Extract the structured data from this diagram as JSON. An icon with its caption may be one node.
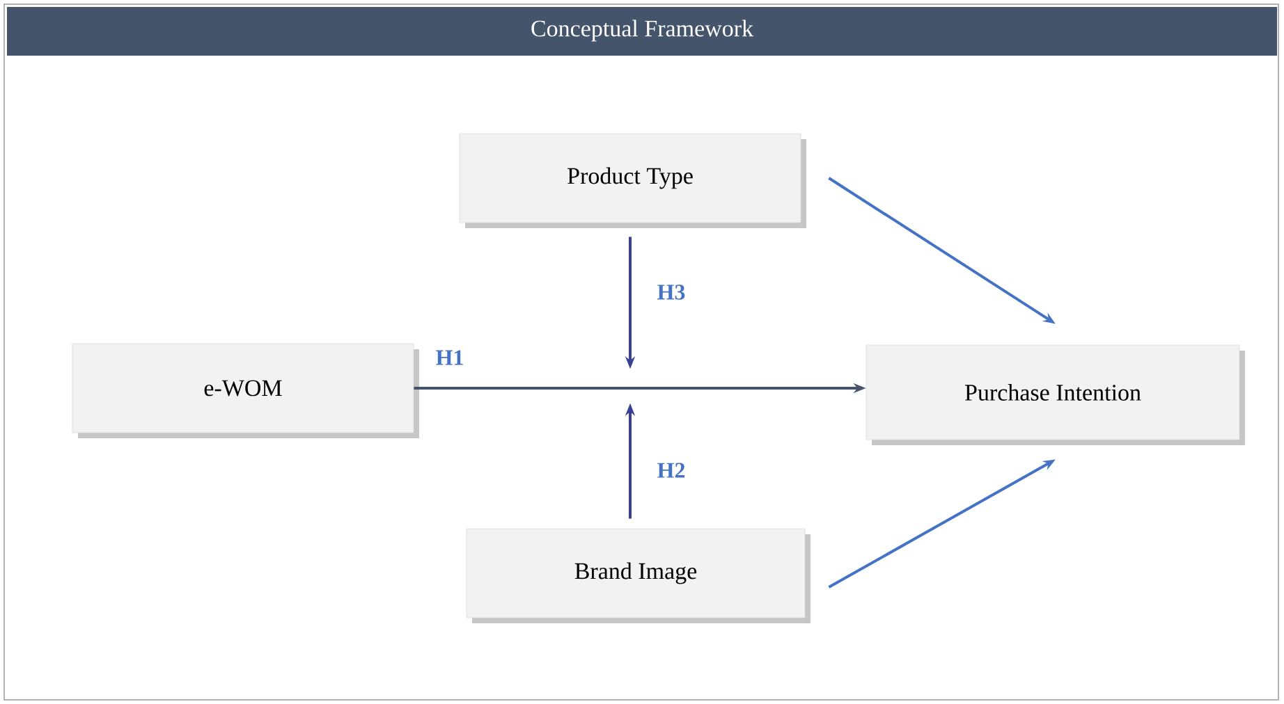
{
  "diagram": {
    "title": "Conceptual Framework",
    "nodes": [
      {
        "text": [
          "Product Type"
        ]
      },
      {
        "text": [
          "e-WOM"
        ]
      },
      {
        "text": [
          "Purchase Intention"
        ]
      },
      {
        "text": [
          "Brand Image"
        ]
      }
    ],
    "edges": [
      {
        "from": 1,
        "to": 2,
        "arrow": "to",
        "label": "H1",
        "color": "#44546a"
      },
      {
        "from": 0,
        "to": null,
        "arrow": "to",
        "label": "H3",
        "color": "#3a3f96"
      },
      {
        "from": 3,
        "to": null,
        "arrow": "to",
        "label": "H2",
        "color": "#3a3f96"
      },
      {
        "from": 0,
        "to": 2,
        "arrow": "to",
        "color": "#4472c4"
      },
      {
        "from": 3,
        "to": 2,
        "arrow": "to",
        "color": "#4472c4"
      }
    ]
  }
}
